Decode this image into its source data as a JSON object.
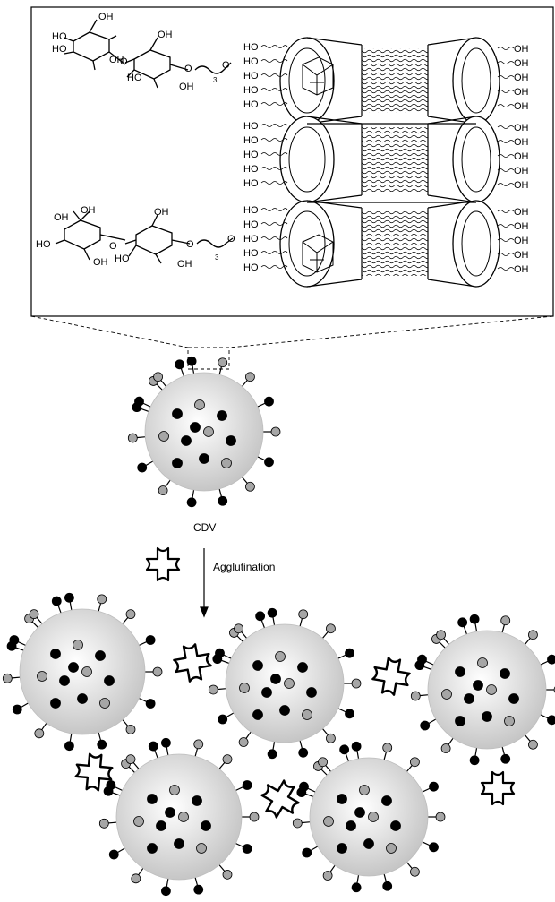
{
  "labels": {
    "vesicle_name": "CDV",
    "process": "Agglutination",
    "hydroxyl": "OH",
    "hydroxyl_left": "HO",
    "ether_oxygen": "O",
    "repeat_count": "3"
  },
  "icons": {
    "lectin": "lectin-cross-icon",
    "vesicle": "vesicle-sphere-icon",
    "cyclodextrin": "cyclodextrin-cone-icon",
    "adamantane": "adamantane-icon"
  },
  "colors": {
    "dark_ligand": "#000000",
    "light_ligand": "#a6a6a6",
    "vesicle_fill_center": "#ffffff",
    "vesicle_fill_edge": "#c4c4c4"
  }
}
